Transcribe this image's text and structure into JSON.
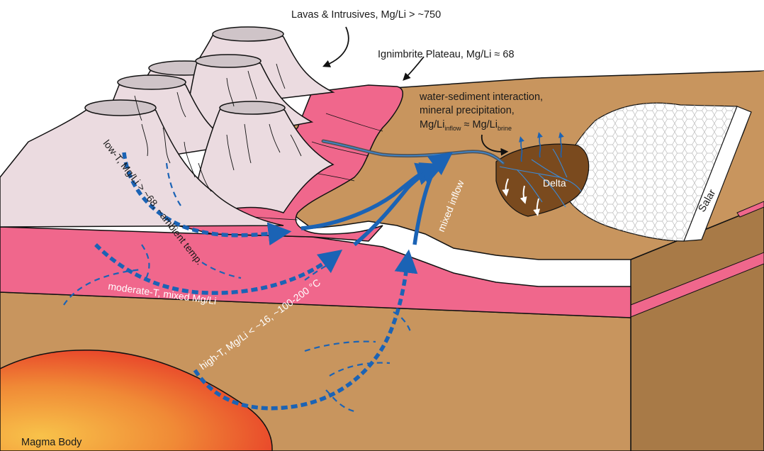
{
  "labels": {
    "lavas": "Lavas & Intrusives, Mg/Li > ~750",
    "ignimbrite": "Ignimbrite Plateau, Mg/Li ≈ 68",
    "water1": "water-sediment interaction,",
    "water2": "mineral precipitation,",
    "ratio_main": "Mg/Li",
    "ratio_inflow_sub": "inflow",
    "ratio_approx": " ≈ Mg/Li",
    "ratio_brine_sub": "brine",
    "delta": "Delta",
    "salar": "Salar",
    "mixed_inflow": "mixed inflow",
    "low_t": "low-T, Mg/Li > ~68, ~ambient temp.",
    "moderate_t": "moderate-T, mixed Mg/Li",
    "high_t": "high-T, Mg/Li < ~16, ~100-200 °C",
    "magma": "Magma Body"
  },
  "colors": {
    "sediment": "#c8955e",
    "sediment_dark": "#a87a47",
    "ignimbrite": "#f0678c",
    "volcano": "#ebdbe0",
    "volcano_top": "#cfc4c8",
    "delta": "#7a4a1e",
    "salar": "#ffffff",
    "flow_arrow": "#1b63b5",
    "magma_inner": "#f8c24a",
    "magma_outer": "#e8432a"
  }
}
